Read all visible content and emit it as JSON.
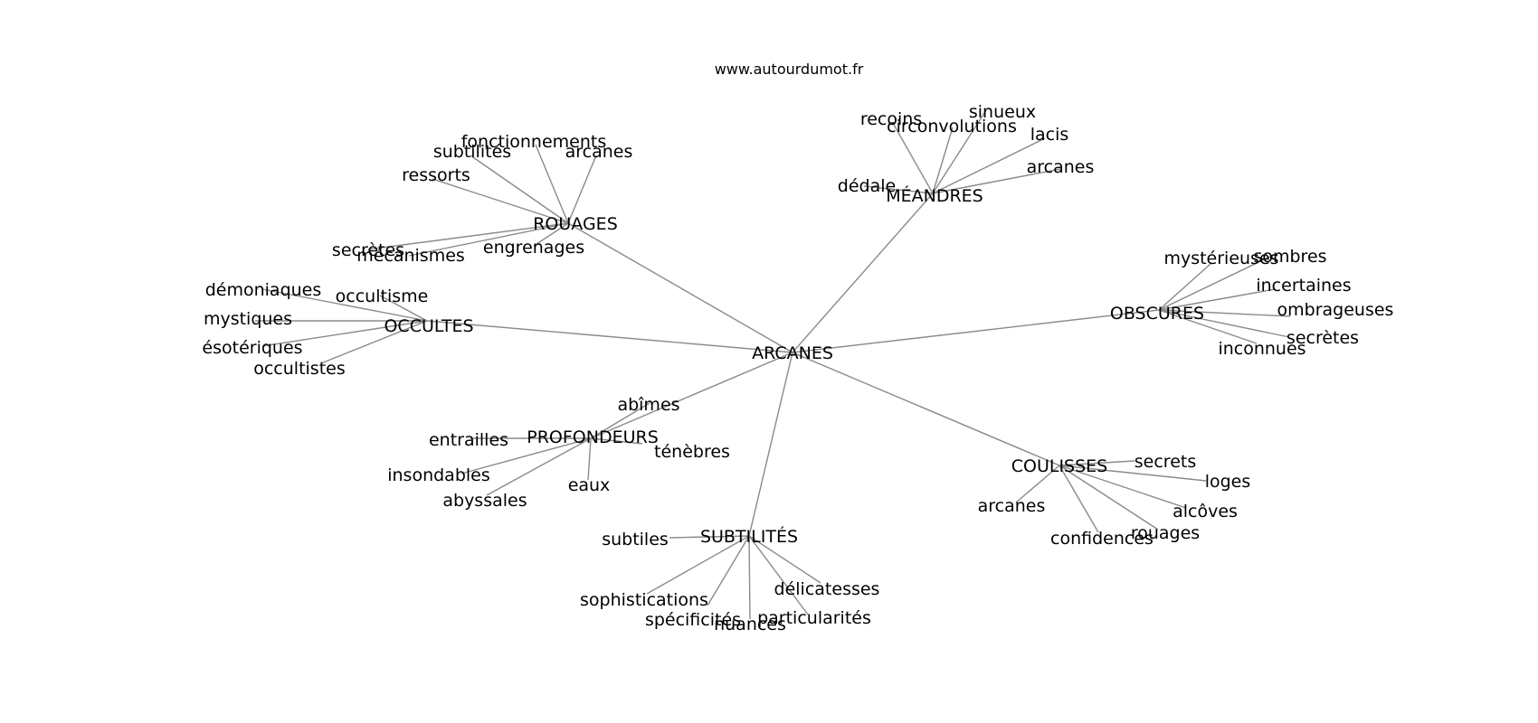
{
  "site_label": "www.autourdumot.fr",
  "center": "ARCANES",
  "clusters": [
    {
      "label": "ROUAGES",
      "words": [
        "fonctionnements",
        "subtilités",
        "arcanes",
        "ressorts",
        "secrètes",
        "mécanismes",
        "engrenages"
      ]
    },
    {
      "label": "MÉANDRES",
      "words": [
        "recoins",
        "sinueux",
        "circonvolutions",
        "lacis",
        "dédale",
        "arcanes"
      ]
    },
    {
      "label": "OCCULTES",
      "words": [
        "démoniaques",
        "occultisme",
        "mystiques",
        "ésotériques",
        "occultistes"
      ]
    },
    {
      "label": "OBSCURES",
      "words": [
        "mystérieuses",
        "sombres",
        "incertaines",
        "ombrageuses",
        "secrètes",
        "inconnues"
      ]
    },
    {
      "label": "PROFONDEURS",
      "words": [
        "abîmes",
        "entrailles",
        "ténèbres",
        "insondables",
        "eaux",
        "abyssales"
      ]
    },
    {
      "label": "COULISSES",
      "words": [
        "secrets",
        "loges",
        "alcôves",
        "arcanes",
        "confidences",
        "rouages"
      ]
    },
    {
      "label": "SUBTILITÉS",
      "words": [
        "subtiles",
        "délicatesses",
        "sophistications",
        "spécificités",
        "nuances",
        "particularités"
      ]
    }
  ]
}
